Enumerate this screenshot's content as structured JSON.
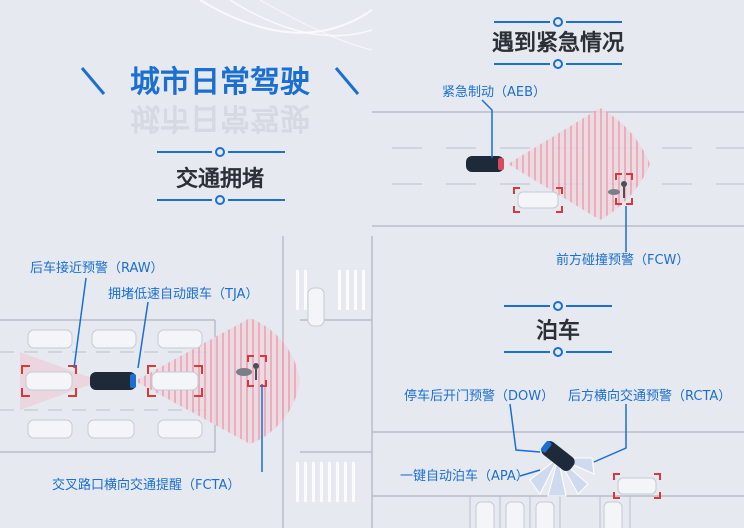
{
  "colors": {
    "background": "#e6e9f0",
    "accent_blue": "#1a6fd1",
    "road_line": "#b9bec8",
    "sensor_red": "#d94b5c",
    "car_body": "#f4f5f8",
    "bracket_red": "#d63a3a"
  },
  "main_title": "城市日常驾驶",
  "sections": {
    "traffic_jam": {
      "title": "交通拥堵",
      "labels": {
        "raw": "后车接近预警（RAW）",
        "tja": "拥堵低速自动跟车（TJA）",
        "fcta": "交叉路口横向交通提醒（FCTA）"
      }
    },
    "emergency": {
      "title": "遇到紧急情况",
      "labels": {
        "aeb": "紧急制动（AEB）",
        "fcw": "前方碰撞预警（FCW）"
      }
    },
    "parking": {
      "title": "泊车",
      "labels": {
        "dow": "停车后开门预警（DOW）",
        "rcta": "后方横向交通预警（RCTA）",
        "apa": "一键自动泊车（APA）"
      }
    }
  }
}
